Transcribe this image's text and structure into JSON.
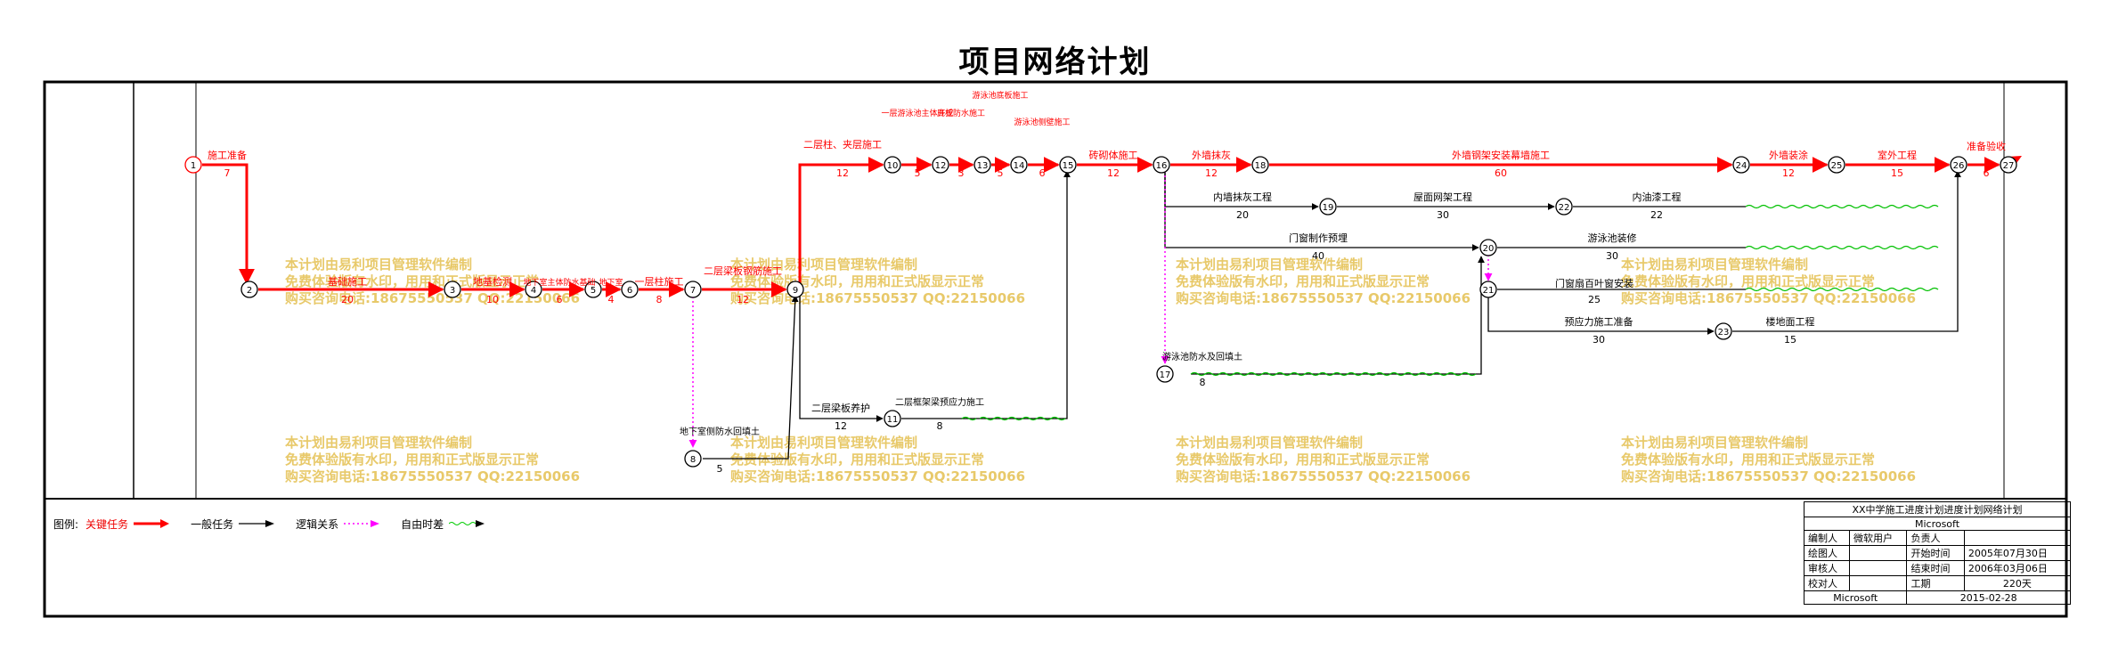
{
  "title": "项目网络计划",
  "watermark": [
    "本计划由易利项目管理软件编制",
    "免费体验版有水印，用用和正式版显示正常",
    "购买咨询电话:18675550537 QQ:22150066"
  ],
  "legend": {
    "label": "图例:",
    "critical": "关键任务",
    "normal": "一般任务",
    "logic": "逻辑关系",
    "float": "自由时差"
  },
  "info": {
    "title": "XX中学施工进度计划进度计划网络计划",
    "company": "Microsoft",
    "rows": [
      [
        "编制人",
        "微软用户",
        "负责人",
        ""
      ],
      [
        "绘图人",
        "",
        "开始时间",
        "2005年07月30日"
      ],
      [
        "审核人",
        "",
        "结束时间",
        "2006年03月06日"
      ],
      [
        "校对人",
        "",
        "工期",
        "220天"
      ]
    ],
    "footer_left": "Microsoft",
    "footer_right": "2015-02-28"
  },
  "colors": {
    "critical": "#ff0000",
    "normal": "#000000",
    "logic": "#ff00ff",
    "float": "#00c000",
    "watermark": "#e8c96a"
  },
  "nodes": [
    "1",
    "2",
    "3",
    "4",
    "5",
    "6",
    "7",
    "8",
    "9",
    "10",
    "11",
    "12",
    "13",
    "14",
    "15",
    "16",
    "17",
    "18",
    "19",
    "20",
    "21",
    "22",
    "23",
    "24",
    "25",
    "26",
    "27"
  ],
  "tasks": [
    {
      "name": "施工准备",
      "dur": "7"
    },
    {
      "name": "基础施工",
      "dur": "20"
    },
    {
      "name": "地基检测",
      "dur": "10"
    },
    {
      "name": "地下室主体防水基础",
      "dur": "6"
    },
    {
      "name": "地下室",
      "dur": "4"
    },
    {
      "name": "一层柱施工",
      "dur": "8"
    },
    {
      "name": "二层梁板钢筋施工",
      "dur": "12"
    },
    {
      "name": "地下室侧防水回填土",
      "dur": "5"
    },
    {
      "name": "二层柱、夹层施工",
      "dur": "12"
    },
    {
      "name": "二层梁板养护",
      "dur": "12"
    },
    {
      "name": "二层框架梁预应力施工",
      "dur": "8"
    },
    {
      "name": "一层游泳池主体开挖",
      "dur": "5"
    },
    {
      "name": "底板防水施工",
      "dur": "3"
    },
    {
      "name": "游泳池底板施工",
      "dur": "5"
    },
    {
      "name": "游泳池侧壁施工",
      "dur": "6"
    },
    {
      "name": "砖砌体施工",
      "dur": "12"
    },
    {
      "name": "外墙抹灰",
      "dur": "12"
    },
    {
      "name": "外墙钢架安装幕墙施工",
      "dur": "60"
    },
    {
      "name": "外墙装涂",
      "dur": "12"
    },
    {
      "name": "室外工程",
      "dur": "15"
    },
    {
      "name": "准备验收",
      "dur": "6"
    },
    {
      "name": "内墙抹灰工程",
      "dur": "20"
    },
    {
      "name": "屋面网架工程",
      "dur": "30"
    },
    {
      "name": "内油漆工程",
      "dur": "22"
    },
    {
      "name": "门窗制作预埋",
      "dur": "40"
    },
    {
      "name": "游泳池装修",
      "dur": "30"
    },
    {
      "name": "门窗扇百叶窗安装",
      "dur": "25"
    },
    {
      "name": "预应力施工准备",
      "dur": "30"
    },
    {
      "name": "楼地面工程",
      "dur": "15"
    },
    {
      "name": "游泳池防水及回填土",
      "dur": "8"
    }
  ]
}
